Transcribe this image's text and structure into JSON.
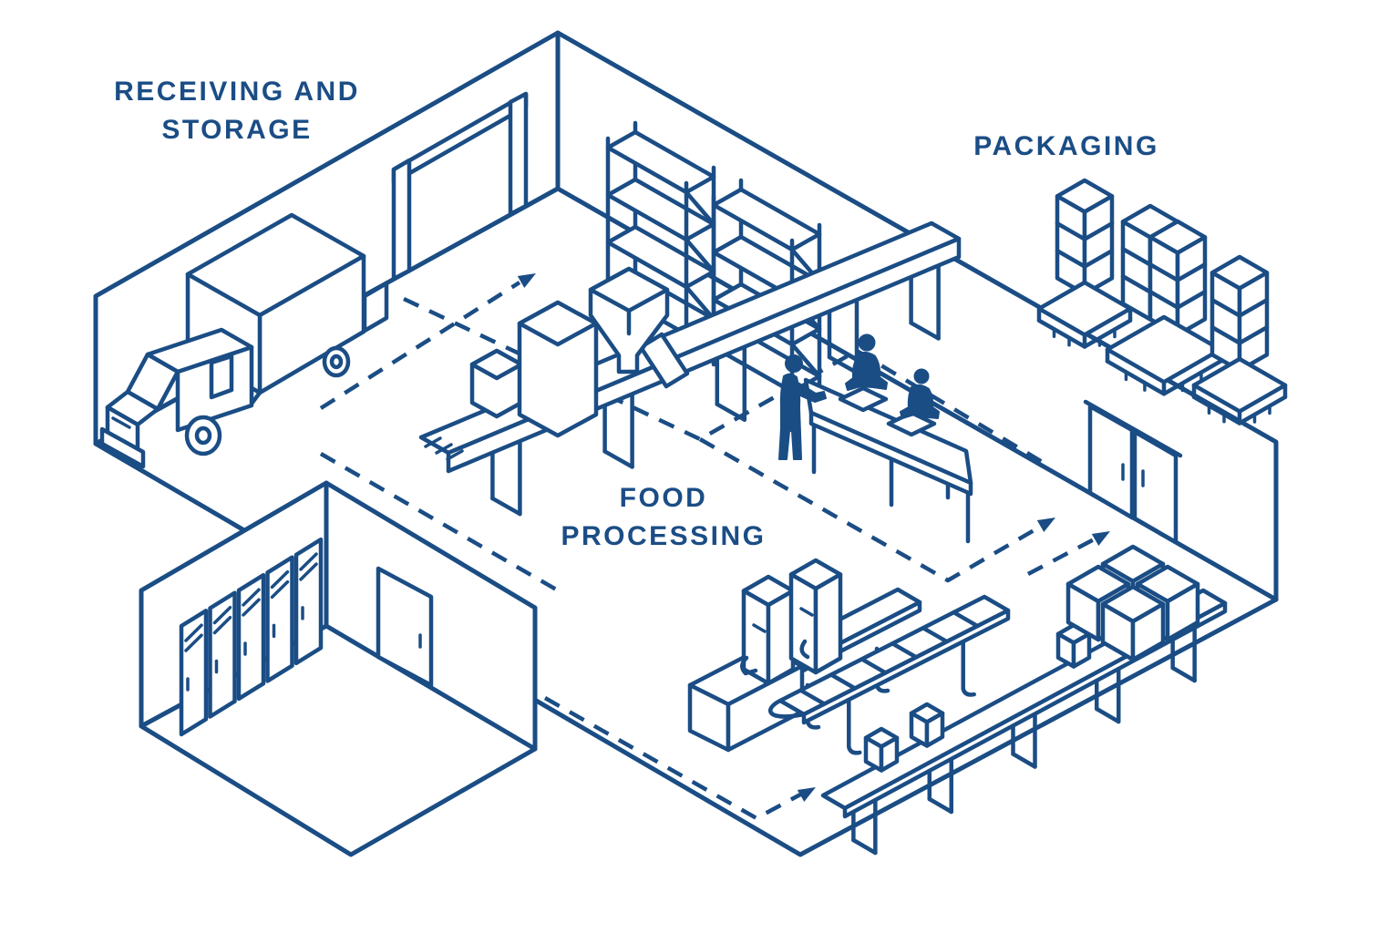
{
  "palette": {
    "line_color": "#1b4d85",
    "background": "#ffffff"
  },
  "labels": {
    "receiving": {
      "line1": "RECEIVING AND",
      "line2": "STORAGE"
    },
    "processing": {
      "line1": "FOOD",
      "line2": "PROCESSING"
    },
    "packaging": {
      "line1": "PACKAGING"
    }
  },
  "scene": {
    "type": "isometric-facility-diagram",
    "areas": [
      "Receiving and storage",
      "Food processing",
      "Packaging"
    ],
    "objects": [
      "delivery-truck",
      "receiving-door",
      "storage-shelves",
      "hopper-machine",
      "processing-conveyor",
      "inspection-table",
      "workers",
      "pallets-with-boxes",
      "double-exit-doors",
      "locker-room",
      "lockers",
      "locker-room-door",
      "filling-machines",
      "belt-conveyor",
      "packing-conveyor",
      "packed-boxes",
      "flow-arrows"
    ]
  }
}
